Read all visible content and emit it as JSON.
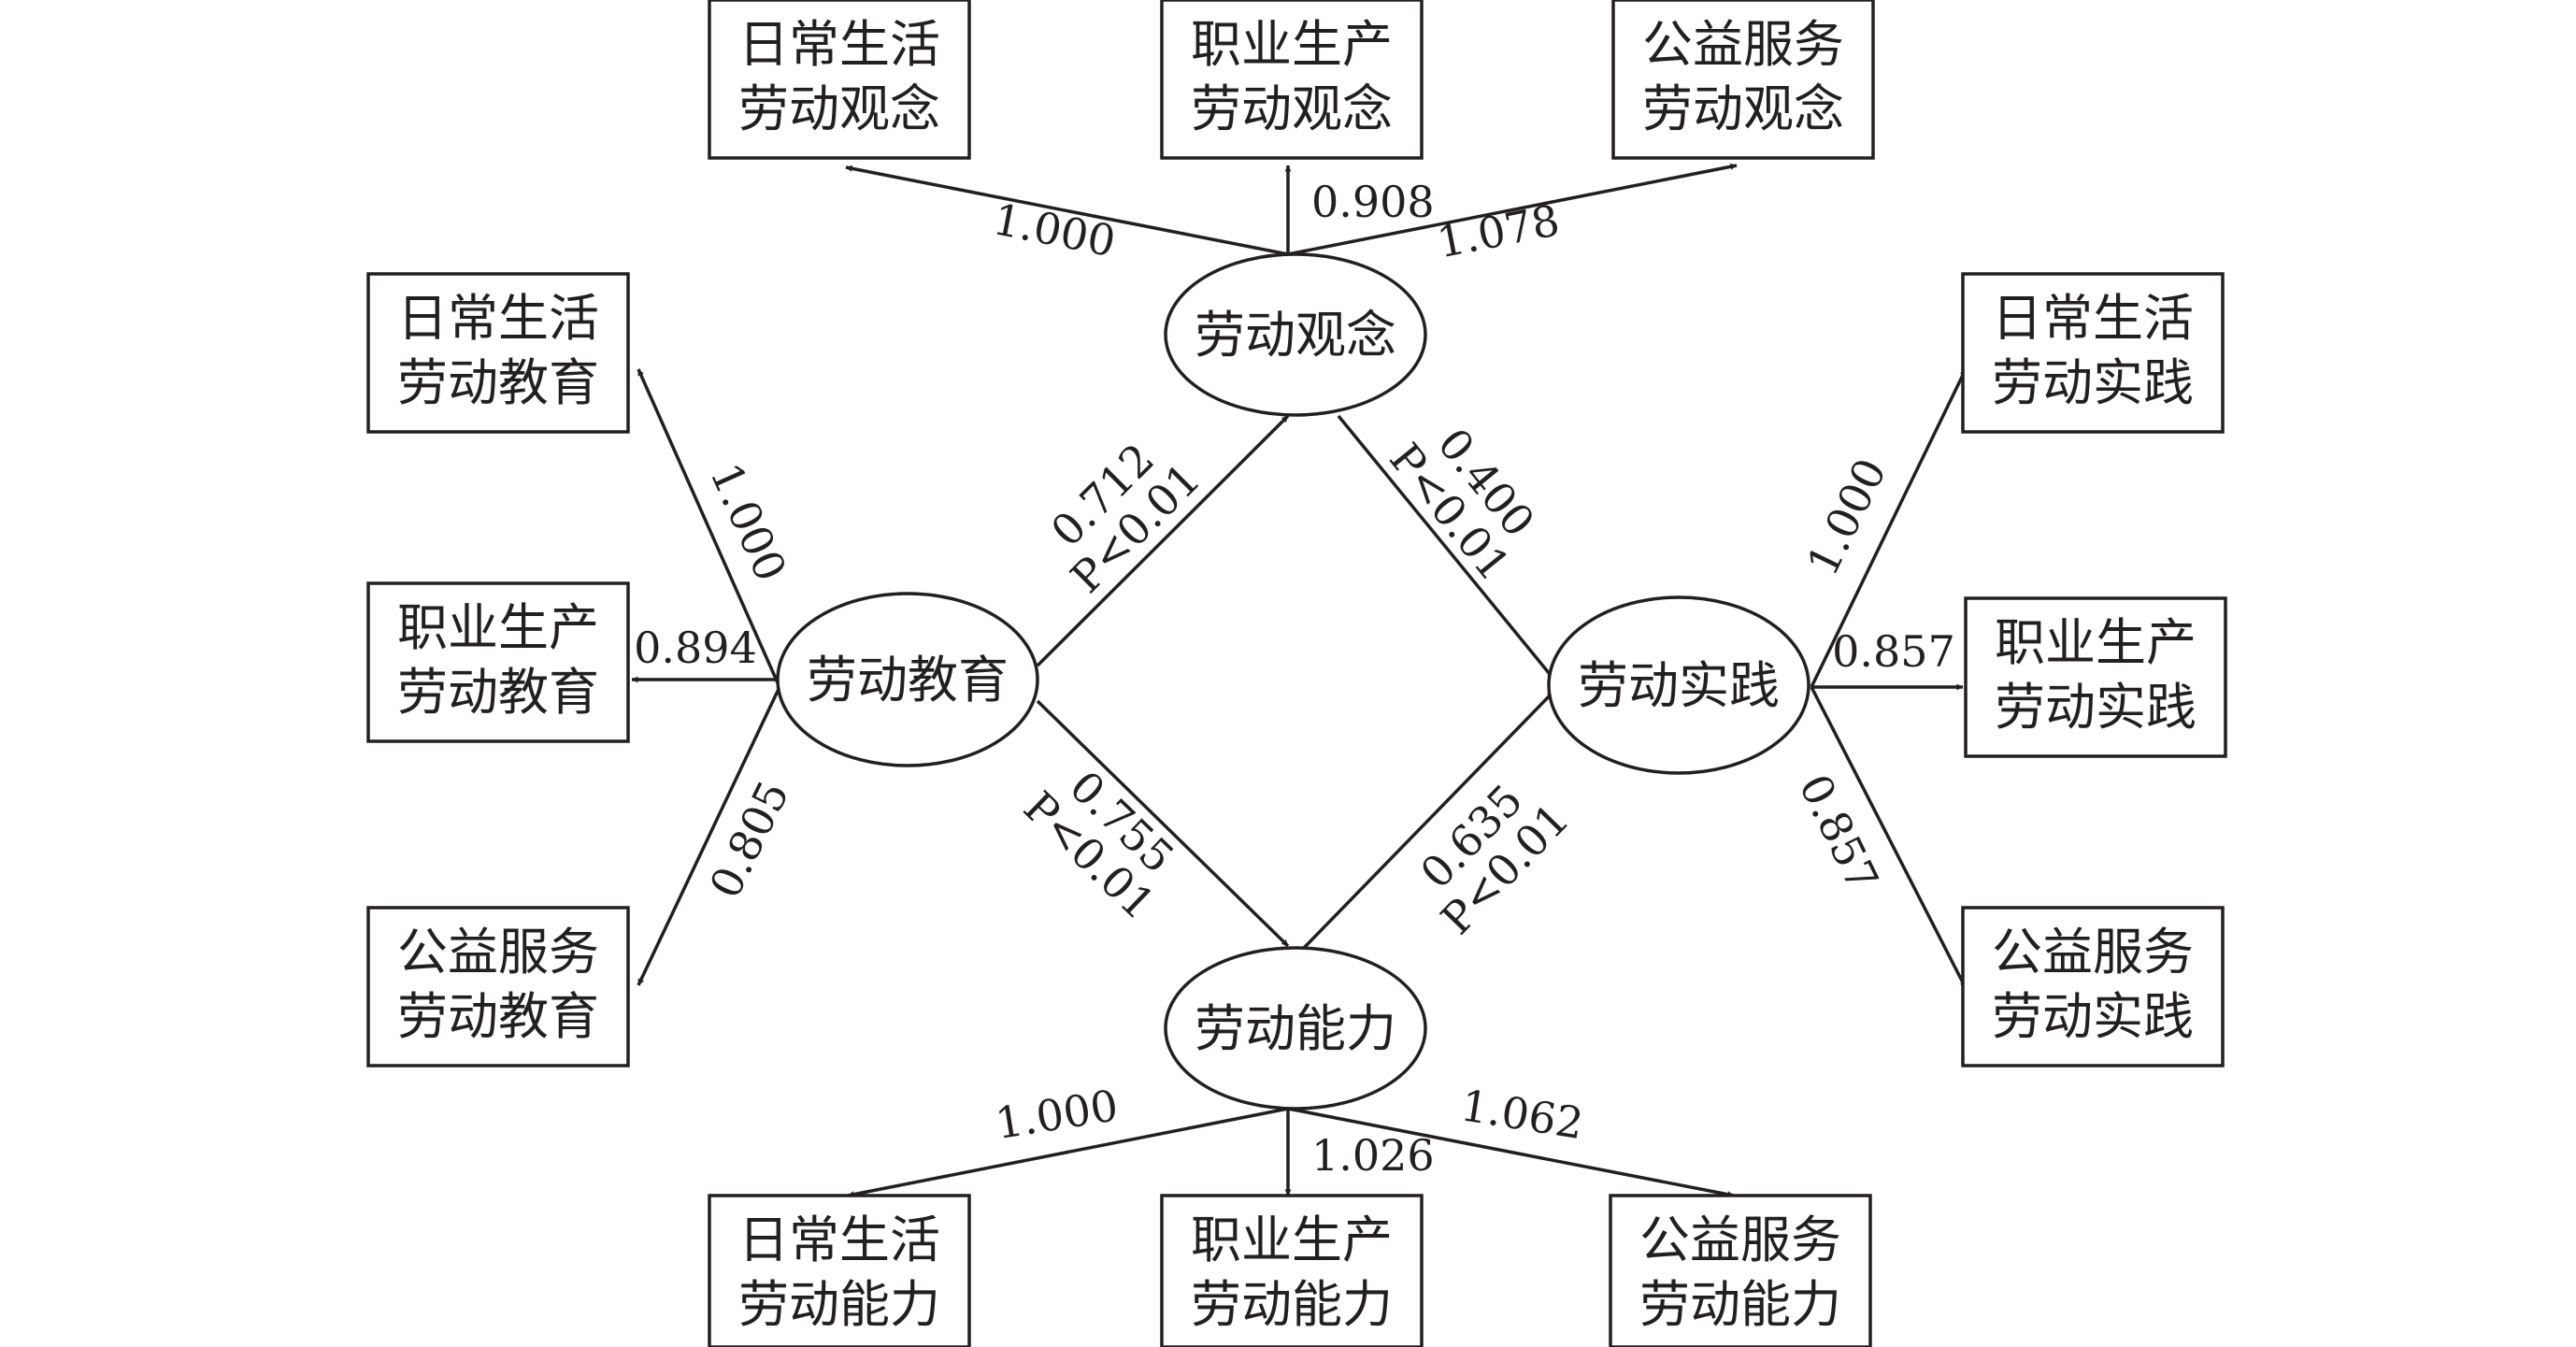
{
  "nodes": {
    "edu": "劳动教育",
    "concept": "劳动观念",
    "ability": "劳动能力",
    "practice": "劳动实践",
    "edu_daily": [
      "日常生活",
      "劳动教育"
    ],
    "edu_career": [
      "职业生产",
      "劳动教育"
    ],
    "edu_service": [
      "公益服务",
      "劳动教育"
    ],
    "concept_daily": [
      "日常生活",
      "劳动观念"
    ],
    "concept_career": [
      "职业生产",
      "劳动观念"
    ],
    "concept_service": [
      "公益服务",
      "劳动观念"
    ],
    "ability_daily": [
      "日常生活",
      "劳动能力"
    ],
    "ability_career": [
      "职业生产",
      "劳动能力"
    ],
    "ability_service": [
      "公益服务",
      "劳动能力"
    ],
    "practice_daily": [
      "日常生活",
      "劳动实践"
    ],
    "practice_career": [
      "职业生产",
      "劳动实践"
    ],
    "practice_service": [
      "公益服务",
      "劳动实践"
    ]
  },
  "loadings": {
    "edu_daily": "1.000",
    "edu_career": "0.894",
    "edu_service": "0.805",
    "concept_daily": "1.000",
    "concept_career": "0.908",
    "concept_service": "1.078",
    "ability_daily": "1.000",
    "ability_career": "1.026",
    "ability_service": "1.062",
    "practice_daily": "1.000",
    "practice_career": "0.857",
    "practice_service": "0.857"
  },
  "paths": {
    "edu_concept": {
      "coef": "0.712",
      "p": "P<0.01"
    },
    "edu_ability": {
      "coef": "0.755",
      "p": "P<0.01"
    },
    "concept_practice": {
      "coef": "0.400",
      "p": "P<0.01"
    },
    "ability_practice": {
      "coef": "0.635",
      "p": "P<0.01"
    }
  },
  "colors": {
    "ink": "#231f20",
    "background": "#ffffff"
  }
}
